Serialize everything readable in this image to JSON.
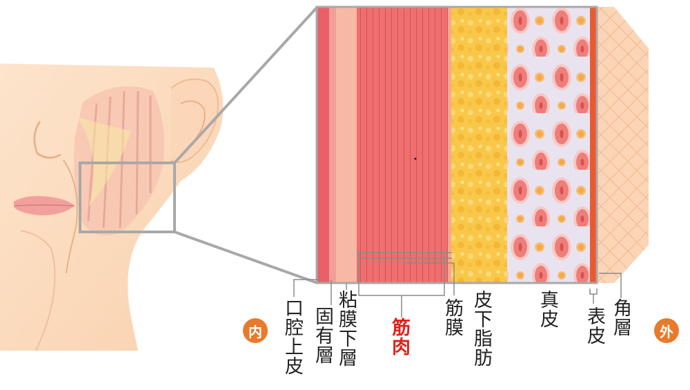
{
  "labels": {
    "inner_badge": "内",
    "outer_badge": "外",
    "oral_epithelium": "口腔上皮",
    "lamina_propria": "固有層",
    "submucosa": "粘膜下層",
    "muscle": "筋肉",
    "fascia": "筋膜",
    "subcutaneous_fat": "皮下脂肪",
    "dermis": "真皮",
    "epidermis": "表皮",
    "stratum_corneum": "角層"
  },
  "colors": {
    "skin": "#fbd9bd",
    "muscle": "#ee6f6f",
    "muscle_line": "#d94f52",
    "fat": "#f9c84a",
    "dermis_cell": "#ee7e7a",
    "dermis_bg": "#e9e3ef",
    "epithelium": "#ea6068",
    "lamina": "#f39f99",
    "submucosa": "#f7b9a6",
    "badge": "#e87a2c",
    "accent_text": "#e0201a"
  }
}
